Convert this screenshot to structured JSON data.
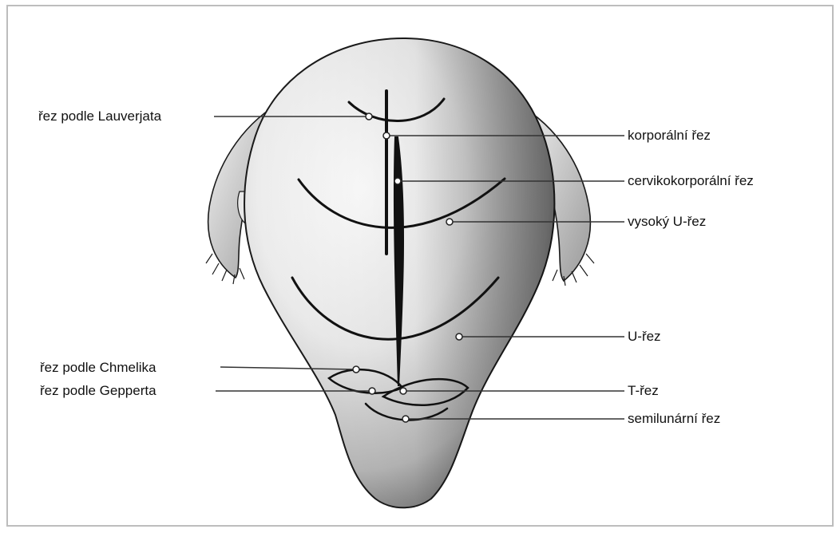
{
  "labels": {
    "lauverjat": "řez podle Lauverjata",
    "korporalni": "korporální řez",
    "cervikokorporalni": "cervikokorporální řez",
    "vysoky_u": "vysoký U-řez",
    "u_rez": "U-řez",
    "chmelik": "řez podle Chmelika",
    "geppert": "řez podle Gepperta",
    "t_rez": "T-řez",
    "semilunarni": "semilunární řez"
  },
  "colors": {
    "outline": "#1a1a1a",
    "incision": "#111111",
    "leader": "#333333",
    "frame": "#bdbdbd"
  }
}
